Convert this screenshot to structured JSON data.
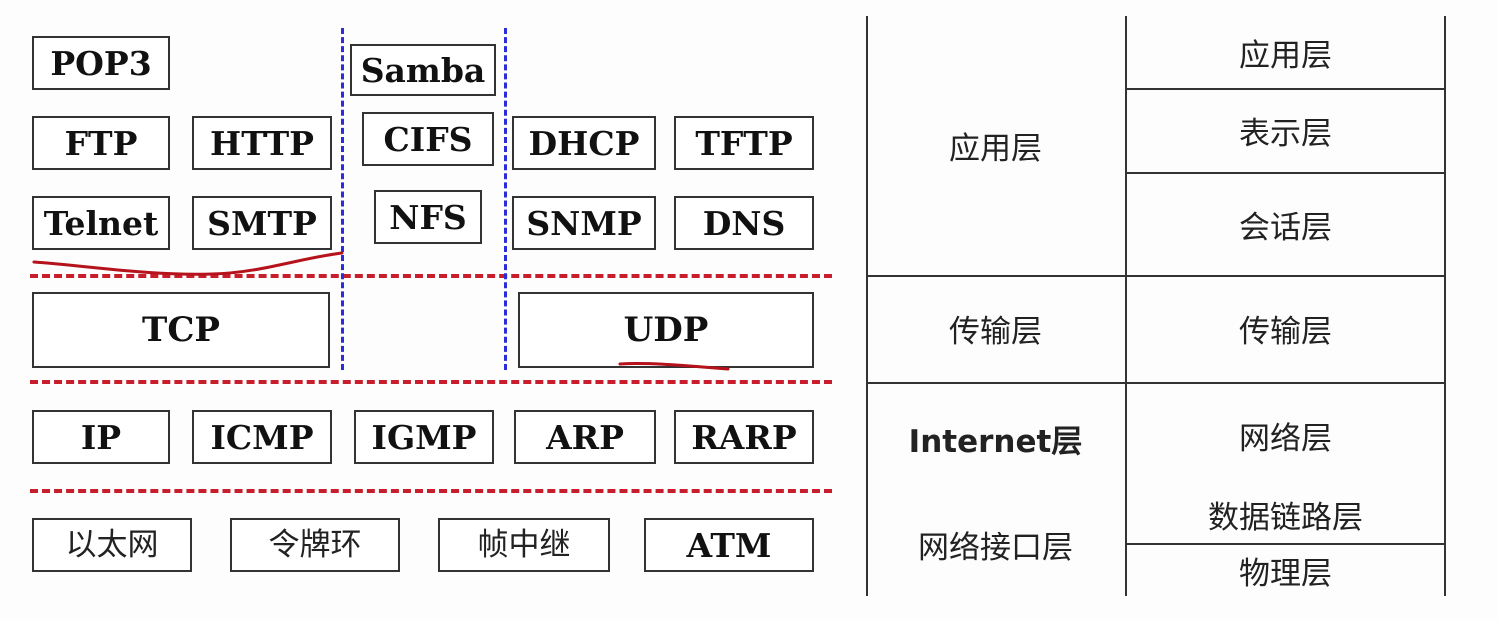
{
  "protocols": {
    "application": {
      "pop3": "POP3",
      "samba": "Samba",
      "ftp": "FTP",
      "http": "HTTP",
      "cifs": "CIFS",
      "dhcp": "DHCP",
      "tftp": "TFTP",
      "telnet": "Telnet",
      "smtp": "SMTP",
      "nfs": "NFS",
      "snmp": "SNMP",
      "dns": "DNS"
    },
    "transport": {
      "tcp": "TCP",
      "udp": "UDP"
    },
    "internet": {
      "ip": "IP",
      "icmp": "ICMP",
      "igmp": "IGMP",
      "arp": "ARP",
      "rarp": "RARP"
    },
    "link": {
      "ethernet": "以太网",
      "token_ring": "令牌环",
      "frame_relay": "帧中继",
      "atm": "ATM"
    }
  },
  "tcpip_model": {
    "application": "应用层",
    "transport": "传输层",
    "internet": "Internet层",
    "network_interface": "网络接口层"
  },
  "osi_model": {
    "application": "应用层",
    "presentation": "表示层",
    "session": "会话层",
    "transport": "传输层",
    "network": "网络层",
    "data_link": "数据链路层",
    "physical": "物理层"
  },
  "colors": {
    "layer_separator": "#c81e2c",
    "service_separator": "#2a2ed8",
    "annotation_ink": "#b5121b"
  }
}
